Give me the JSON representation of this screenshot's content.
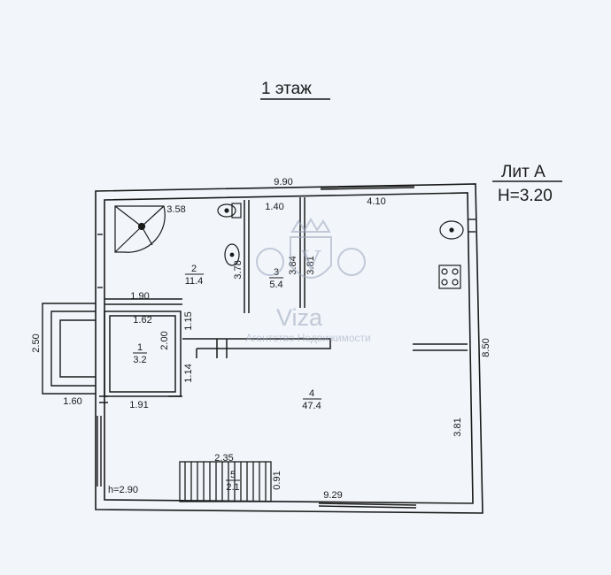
{
  "floor_title": "1 этаж",
  "lit": {
    "name": "Лит А",
    "height": "H=3.20"
  },
  "rooms": [
    {
      "num": "1",
      "area": "3.2"
    },
    {
      "num": "2",
      "area": "11.4"
    },
    {
      "num": "3",
      "area": "5.4"
    },
    {
      "num": "4",
      "area": "47.4"
    },
    {
      "num": "5",
      "area": "2.1"
    }
  ],
  "dimensions": {
    "top_total": "9.90",
    "top_right": "4.10",
    "top_mid": "1.40",
    "corner": "3.58",
    "vert_a": "3.78",
    "vert_b": "3.84",
    "vert_c": "3.81",
    "right_total": "8.50",
    "right_inner": "3.81",
    "left_mid": "1.90",
    "vestibule_w": "1.62",
    "vestibule_h": "2.00",
    "vestibule_b": "1.91",
    "wall_a": "1.15",
    "wall_b": "1.14",
    "porch_h": "2.50",
    "porch_w": "1.60",
    "stair_w": "2.35",
    "stair_h": "0.91",
    "bottom": "9.29",
    "ceiling": "h=2.90"
  },
  "watermark": {
    "brand": "Viza",
    "tagline": "Агентство Недвижимости",
    "logo_letter": "V"
  },
  "colors": {
    "line": "#1b1b1b",
    "paper": "#f2f5fa",
    "watermark": "#9aa6bb"
  }
}
